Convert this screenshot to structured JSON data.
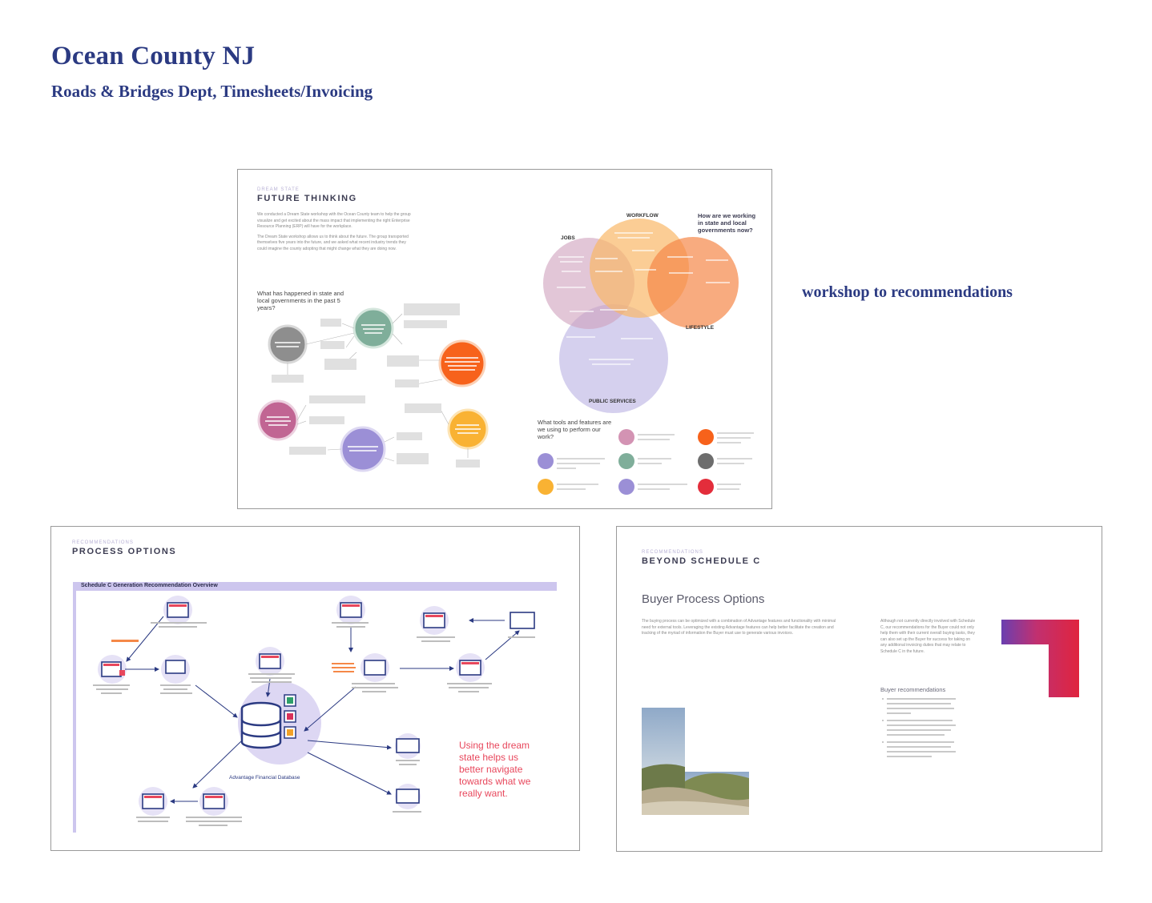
{
  "header": {
    "title": "Ocean County NJ",
    "subtitle": "Roads & Bridges Dept, Timesheets/Invoicing"
  },
  "caption": "workshop to recommendations",
  "colors": {
    "brand_navy": "#2b3a82",
    "purple": "#9b8fd6",
    "orange": "#f7821b",
    "red": "#e8475c",
    "teal": "#7fae9a",
    "magenta": "#c16593",
    "gray": "#8e8e8e",
    "yellow": "#f9b233"
  },
  "panel_future": {
    "kicker": "DREAM STATE",
    "title": "FUTURE THINKING",
    "intro": [
      "We conducted a Dream State workshop with the Ocean County team to help the group visualize and get excited about the mass impact that implementing the right Enterprise Resource Planning (ERP) will have for the workplace.",
      "The Dream State workshop allows us to think about the future. The group transported themselves five years into the future, and we asked what recent industry trends they could imagine the county adopting that might change what they are doing now."
    ],
    "question_left": "What has happened in state and local governments in the past 5 years?",
    "venn_question": "How are we working in state and local governments now?",
    "venn_labels": [
      "WORKFLOW",
      "JOBS",
      "LIFESTYLE",
      "PUBLIC SERVICES"
    ],
    "tools_question": "What tools and features are we using to perform our work?",
    "icons": [
      "gear-icon",
      "cloud-icon",
      "chart-icon",
      "people-icon",
      "check-icon",
      "wifi-icon",
      "tablet-icon",
      "server-icon",
      "calendar-icon"
    ]
  },
  "panel_process": {
    "kicker": "RECOMMENDATIONS",
    "title": "PROCESS OPTIONS",
    "banner": "Schedule C Generation Recommendation Overview",
    "db_label": "Advantage Financial Database",
    "tagline": "Using the dream state helps us better navigate towards what we really want."
  },
  "panel_buyer": {
    "kicker": "RECOMMENDATIONS",
    "title": "BEYOND SCHEDULE C",
    "heading": "Buyer Process Options",
    "left_text": "The buying process can be optimized with a combination of Advantage features and functionality with minimal need for external tools. Leveraging the existing Advantage features can help better facilitate the creation and tracking of the myriad of information the Buyer must use to generate various invoices.",
    "right_text": "Although not currently directly involved with Schedule C, our recommendations for the Buyer could not only help them with their current overall buying tasks, they can also set up the Buyer for success for taking on any additional invoicing duties that may relate to Schedule C in the future.",
    "subhead": "Buyer recommendations"
  }
}
